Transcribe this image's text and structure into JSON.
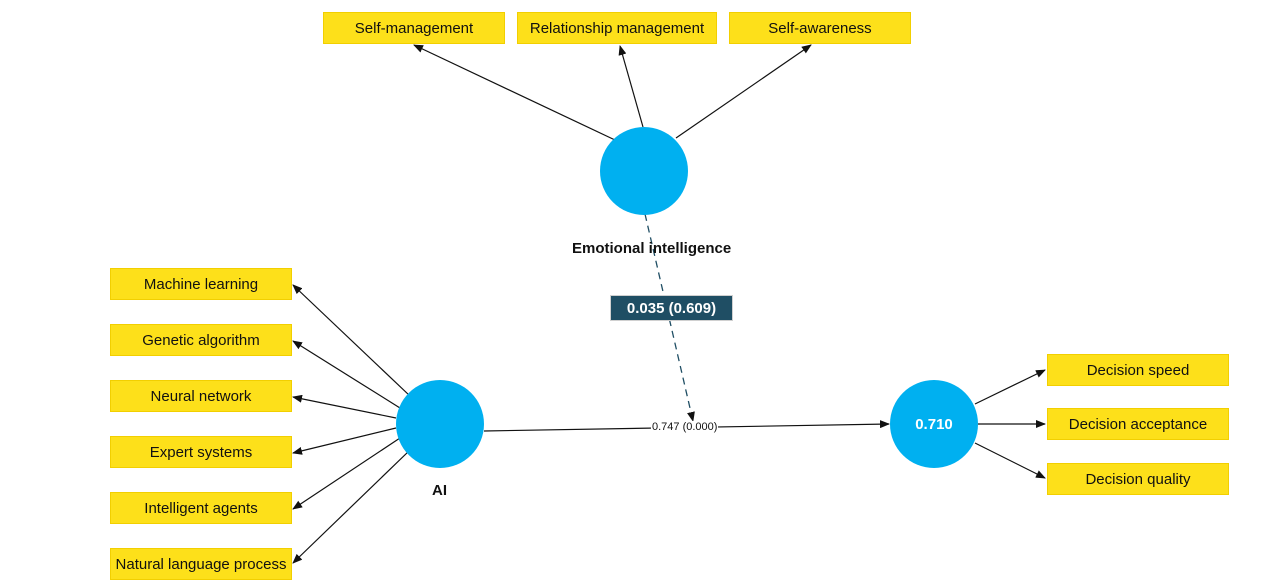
{
  "constructs": {
    "emotional_intelligence": {
      "label": "Emotional intelligence"
    },
    "ai": {
      "label": "AI"
    },
    "decision": {
      "r2": "0.710"
    }
  },
  "indicators": {
    "ei": [
      "Self-management",
      "Relationship management",
      "Self-awareness"
    ],
    "ai": [
      "Machine learning",
      "Genetic algorithm",
      "Neural network",
      "Expert systems",
      "Intelligent agents",
      "Natural language process"
    ],
    "decision": [
      "Decision speed",
      "Decision acceptance",
      "Decision quality"
    ]
  },
  "paths": {
    "moderation": "0.035 (0.609)",
    "ai_to_decision": "0.747 (0.000)"
  },
  "colors": {
    "construct": "#00b0f0",
    "indicator": "#fde01a",
    "coef_box": "#1f4e64"
  }
}
